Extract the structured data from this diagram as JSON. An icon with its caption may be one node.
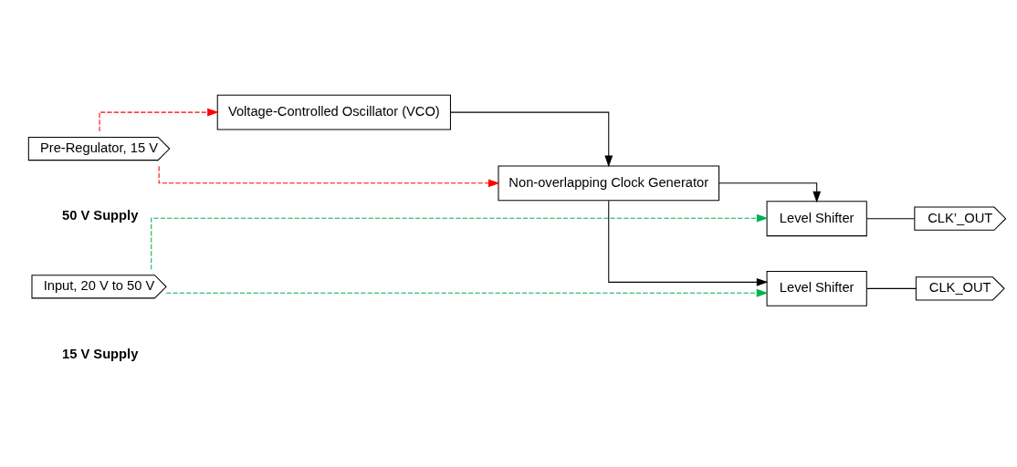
{
  "diagram": {
    "nodes": [
      {
        "text": [
          "Input, 20 V to 50 V"
        ]
      },
      {
        "text": [
          "Pre-Regulator, 15 V"
        ]
      },
      {
        "text": [
          "Voltage-Controlled Oscillator (VCO)"
        ]
      },
      {
        "text": [
          "Non-overlapping Clock Generator"
        ]
      },
      {
        "text": [
          "Level Shifter"
        ]
      },
      {
        "text": [
          "Level Shifter"
        ]
      },
      {
        "text": [
          "CLK_OUT"
        ]
      },
      {
        "text": [
          "CLK’_OUT"
        ]
      }
    ],
    "edges": [
      {
        "from": 0,
        "to": 4,
        "arrow": "to",
        "style": "dashed",
        "color": "#00b050"
      },
      {
        "from": 0,
        "to": 5,
        "arrow": "to",
        "style": "dashed",
        "color": "#00b050"
      },
      {
        "from": 1,
        "to": 2,
        "arrow": "to",
        "style": "dashed",
        "color": "#ff0000"
      },
      {
        "from": 1,
        "to": 3,
        "arrow": "to",
        "style": "dashed",
        "color": "#ff0000"
      },
      {
        "from": 2,
        "to": 3,
        "arrow": "to"
      },
      {
        "from": 3,
        "to": 4,
        "arrow": "to"
      },
      {
        "from": 3,
        "to": 5,
        "arrow": "to"
      },
      {
        "from": 4,
        "to": 6,
        "arrow": "none"
      },
      {
        "from": 5,
        "to": 7,
        "arrow": "none"
      }
    ],
    "legend": [
      {
        "text": "50 V Supply"
      },
      {
        "text": "15 V Supply"
      }
    ]
  }
}
